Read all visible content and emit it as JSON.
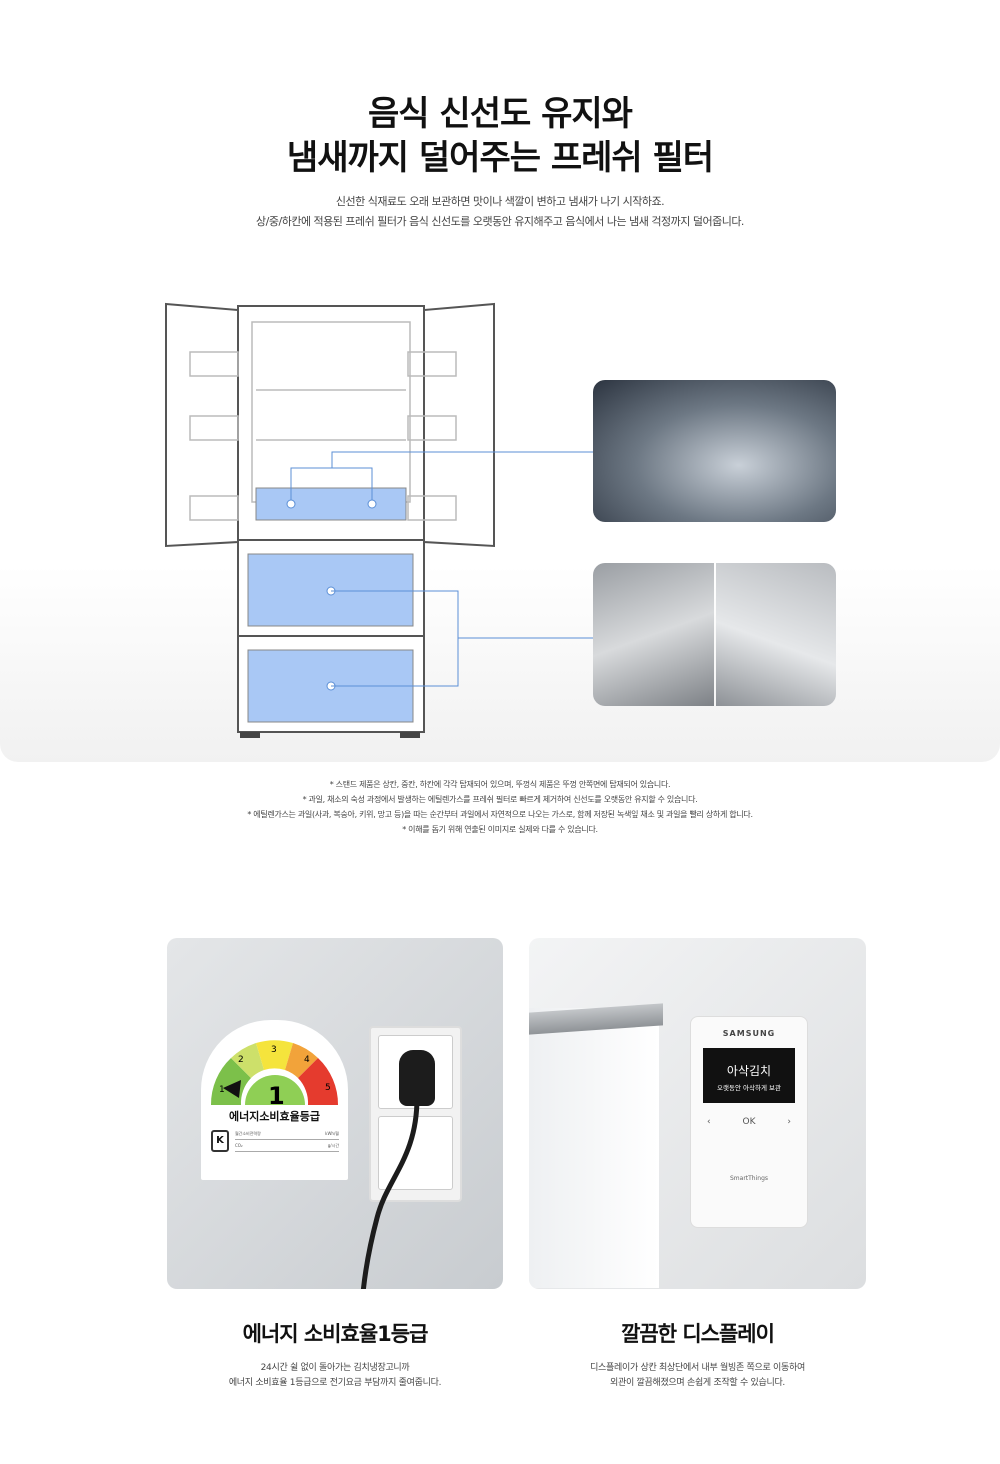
{
  "header": {
    "title_line1": "음식 신선도 유지와",
    "title_line2": "냄새까지 덜어주는 프레쉬 필터",
    "subtitle_line1": "신선한 식재료도 오래 보관하면 맛이나 색깔이 변하고 냄새가 나기 시작하죠.",
    "subtitle_line2": "상/중/하칸에 적용된 프레쉬 필터가 음식 신선도를 오랫동안 유지해주고 음식에서 나는 냄새 걱정까지 덜어줍니다."
  },
  "notes": [
    "* 스탠드 제품은 상칸, 중칸, 하칸에 각각 탑재되어 있으며, 뚜껑식 제품은 뚜껑 안쪽면에 탑재되어 있습니다.",
    "* 과일, 채소의 숙성 과정에서 발생하는 에틸렌가스를 프레쉬 필터로 빠르게 제거하여 신선도를 오랫동안 유지할 수 있습니다.",
    "* 에틸렌가스는 과일(사과, 복숭아, 키위, 망고 등)을 따는 순간부터 과일에서 자연적으로 나오는 가스로, 함께 저장된 녹색잎 채소 및 과일을 빨리 상하게 합니다.",
    "* 이해를 돕기 위해 연출된 이미지로 실제와 다를 수 있습니다."
  ],
  "energy_label": {
    "grades": [
      "1",
      "2",
      "3",
      "4",
      "5"
    ],
    "current": "1",
    "title": "에너지소비효율등급",
    "row1_label": "월간소비전력량",
    "row1_unit": "kWh/월",
    "row2_label": "CO₂",
    "row2_unit": "g/시간"
  },
  "display_panel": {
    "brand": "SAMSUNG",
    "mode": "아삭김치",
    "mode_desc": "오랫동안 아삭하게 보관",
    "ok": "OK",
    "prev": "‹",
    "next": "›",
    "footer": "SmartThings"
  },
  "features": [
    {
      "title": "에너지 소비효율1등급",
      "desc_line1": "24시간 쉴 없이 돌아가는 김치냉장고니까",
      "desc_line2": "에너지 소비효율 1등급으로 전기요금 부담까지 줄여줍니다."
    },
    {
      "title": "깔끔한 디스플레이",
      "desc_line1": "디스플레이가 상칸 최상단에서 내부 월빙존 쪽으로 이동하여",
      "desc_line2": "외관이 깔끔해졌으며 손쉽게 조작할 수 있습니다."
    }
  ],
  "colors": {
    "filter_blue": "#a9c8f5",
    "line_blue": "#5b8fd6"
  }
}
